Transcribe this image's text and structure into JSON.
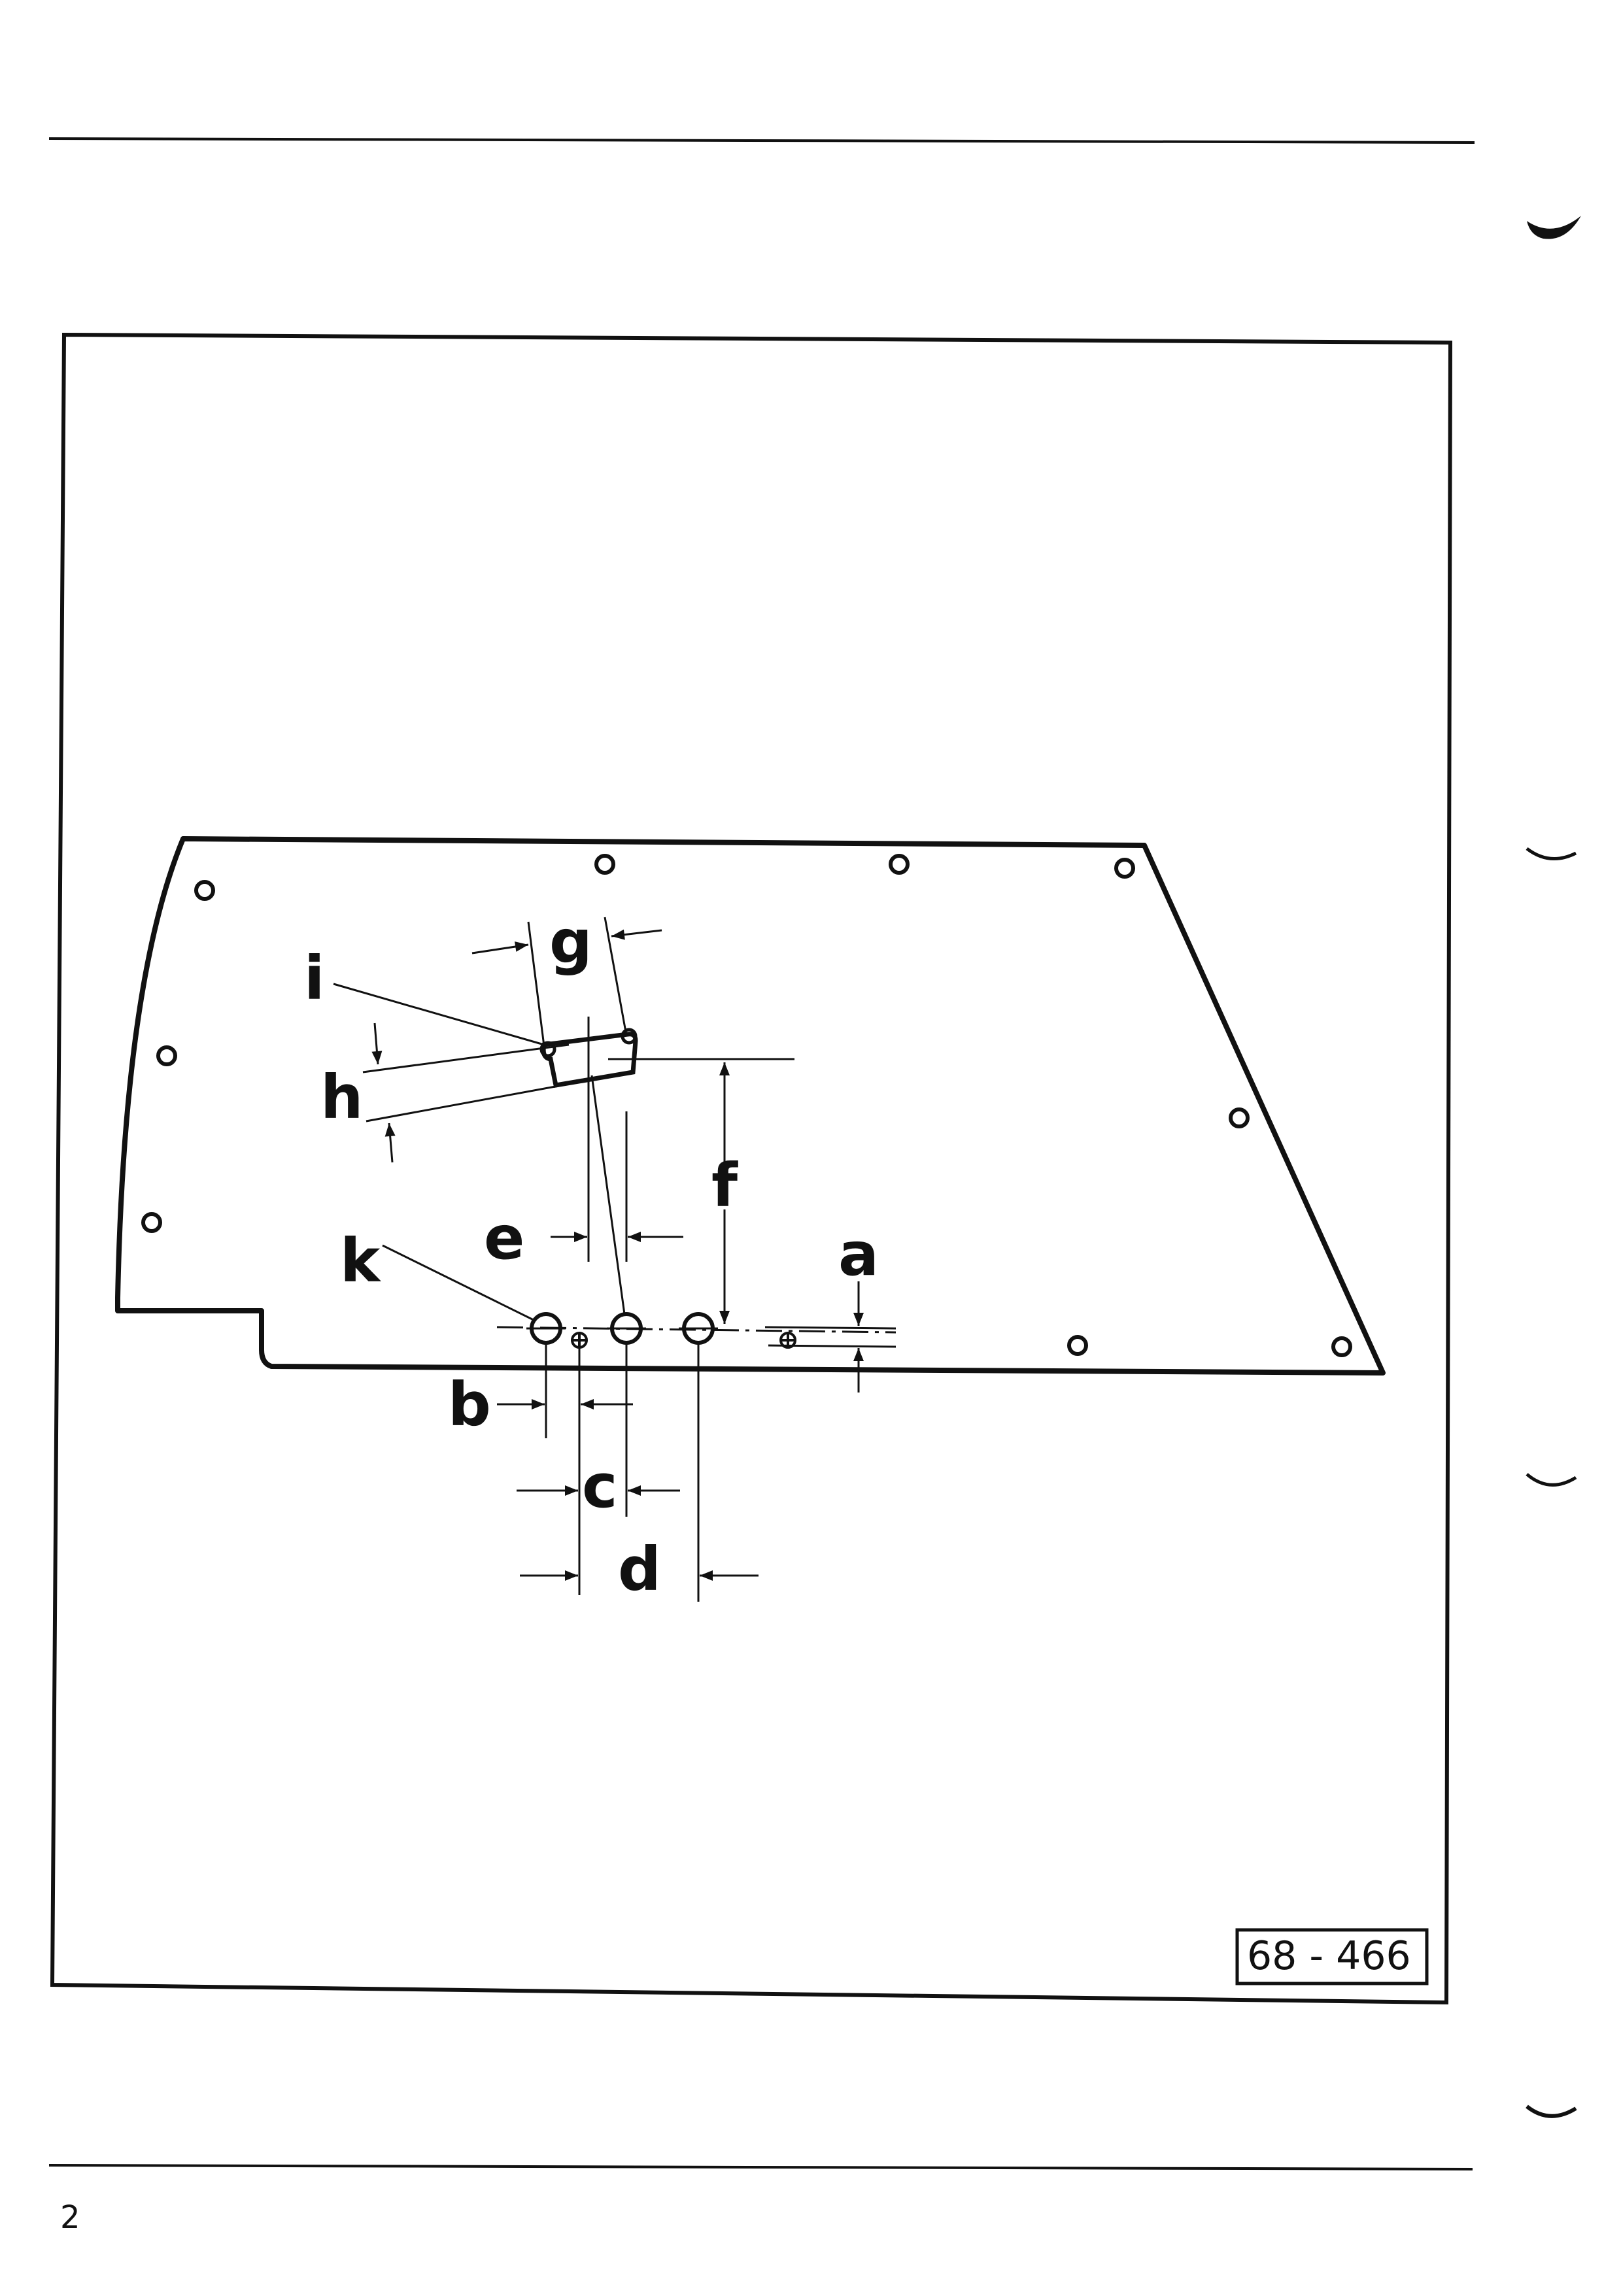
{
  "figure_number": "68 - 466",
  "page_number": "2",
  "labels": {
    "a": "a",
    "b": "b",
    "c": "c",
    "d": "d",
    "e": "e",
    "f": "f",
    "g": "g",
    "h": "h",
    "i": "i",
    "k": "k"
  }
}
